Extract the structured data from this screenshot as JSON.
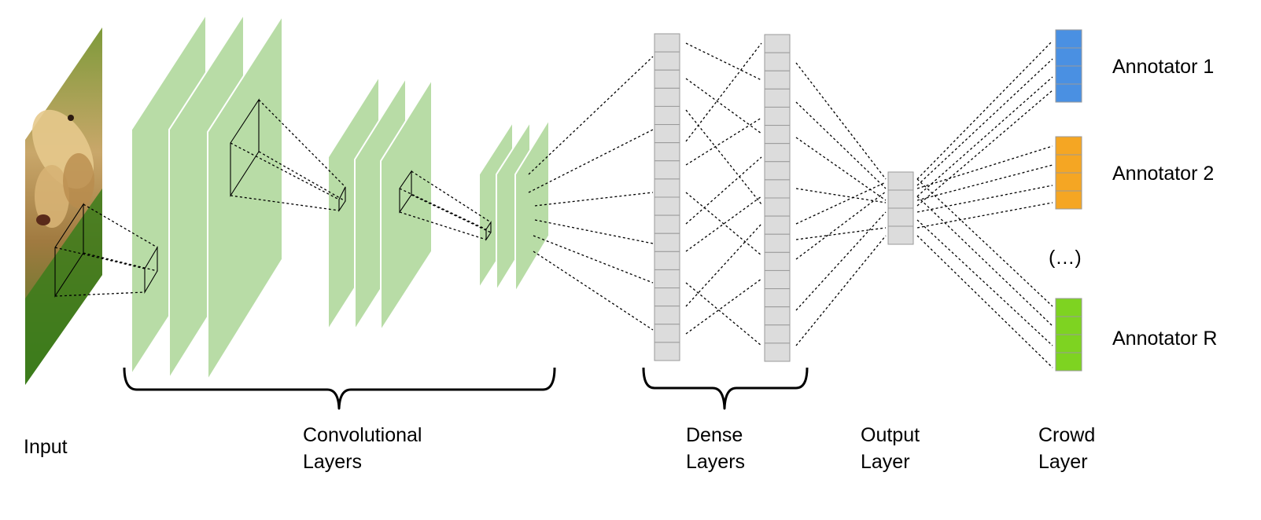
{
  "labels": {
    "input": "Input",
    "conv_line1": "Convolutional",
    "conv_line2": "Layers",
    "dense_line1": "Dense",
    "dense_line2": "Layers",
    "output_line1": "Output",
    "output_line2": "Layer",
    "crowd_line1": "Crowd",
    "crowd_line2": "Layer",
    "ellipsis": "(…)"
  },
  "annotators": [
    {
      "name": "Annotator 1",
      "color": "#4a90e2"
    },
    {
      "name": "Annotator 2",
      "color": "#f5a623"
    },
    {
      "name": "Annotator R",
      "color": "#7ed321"
    }
  ],
  "colors": {
    "conv_fill": "#b8dca6",
    "dense_fill": "#dcdcdc",
    "cell_stroke": "#9a9a9a"
  }
}
